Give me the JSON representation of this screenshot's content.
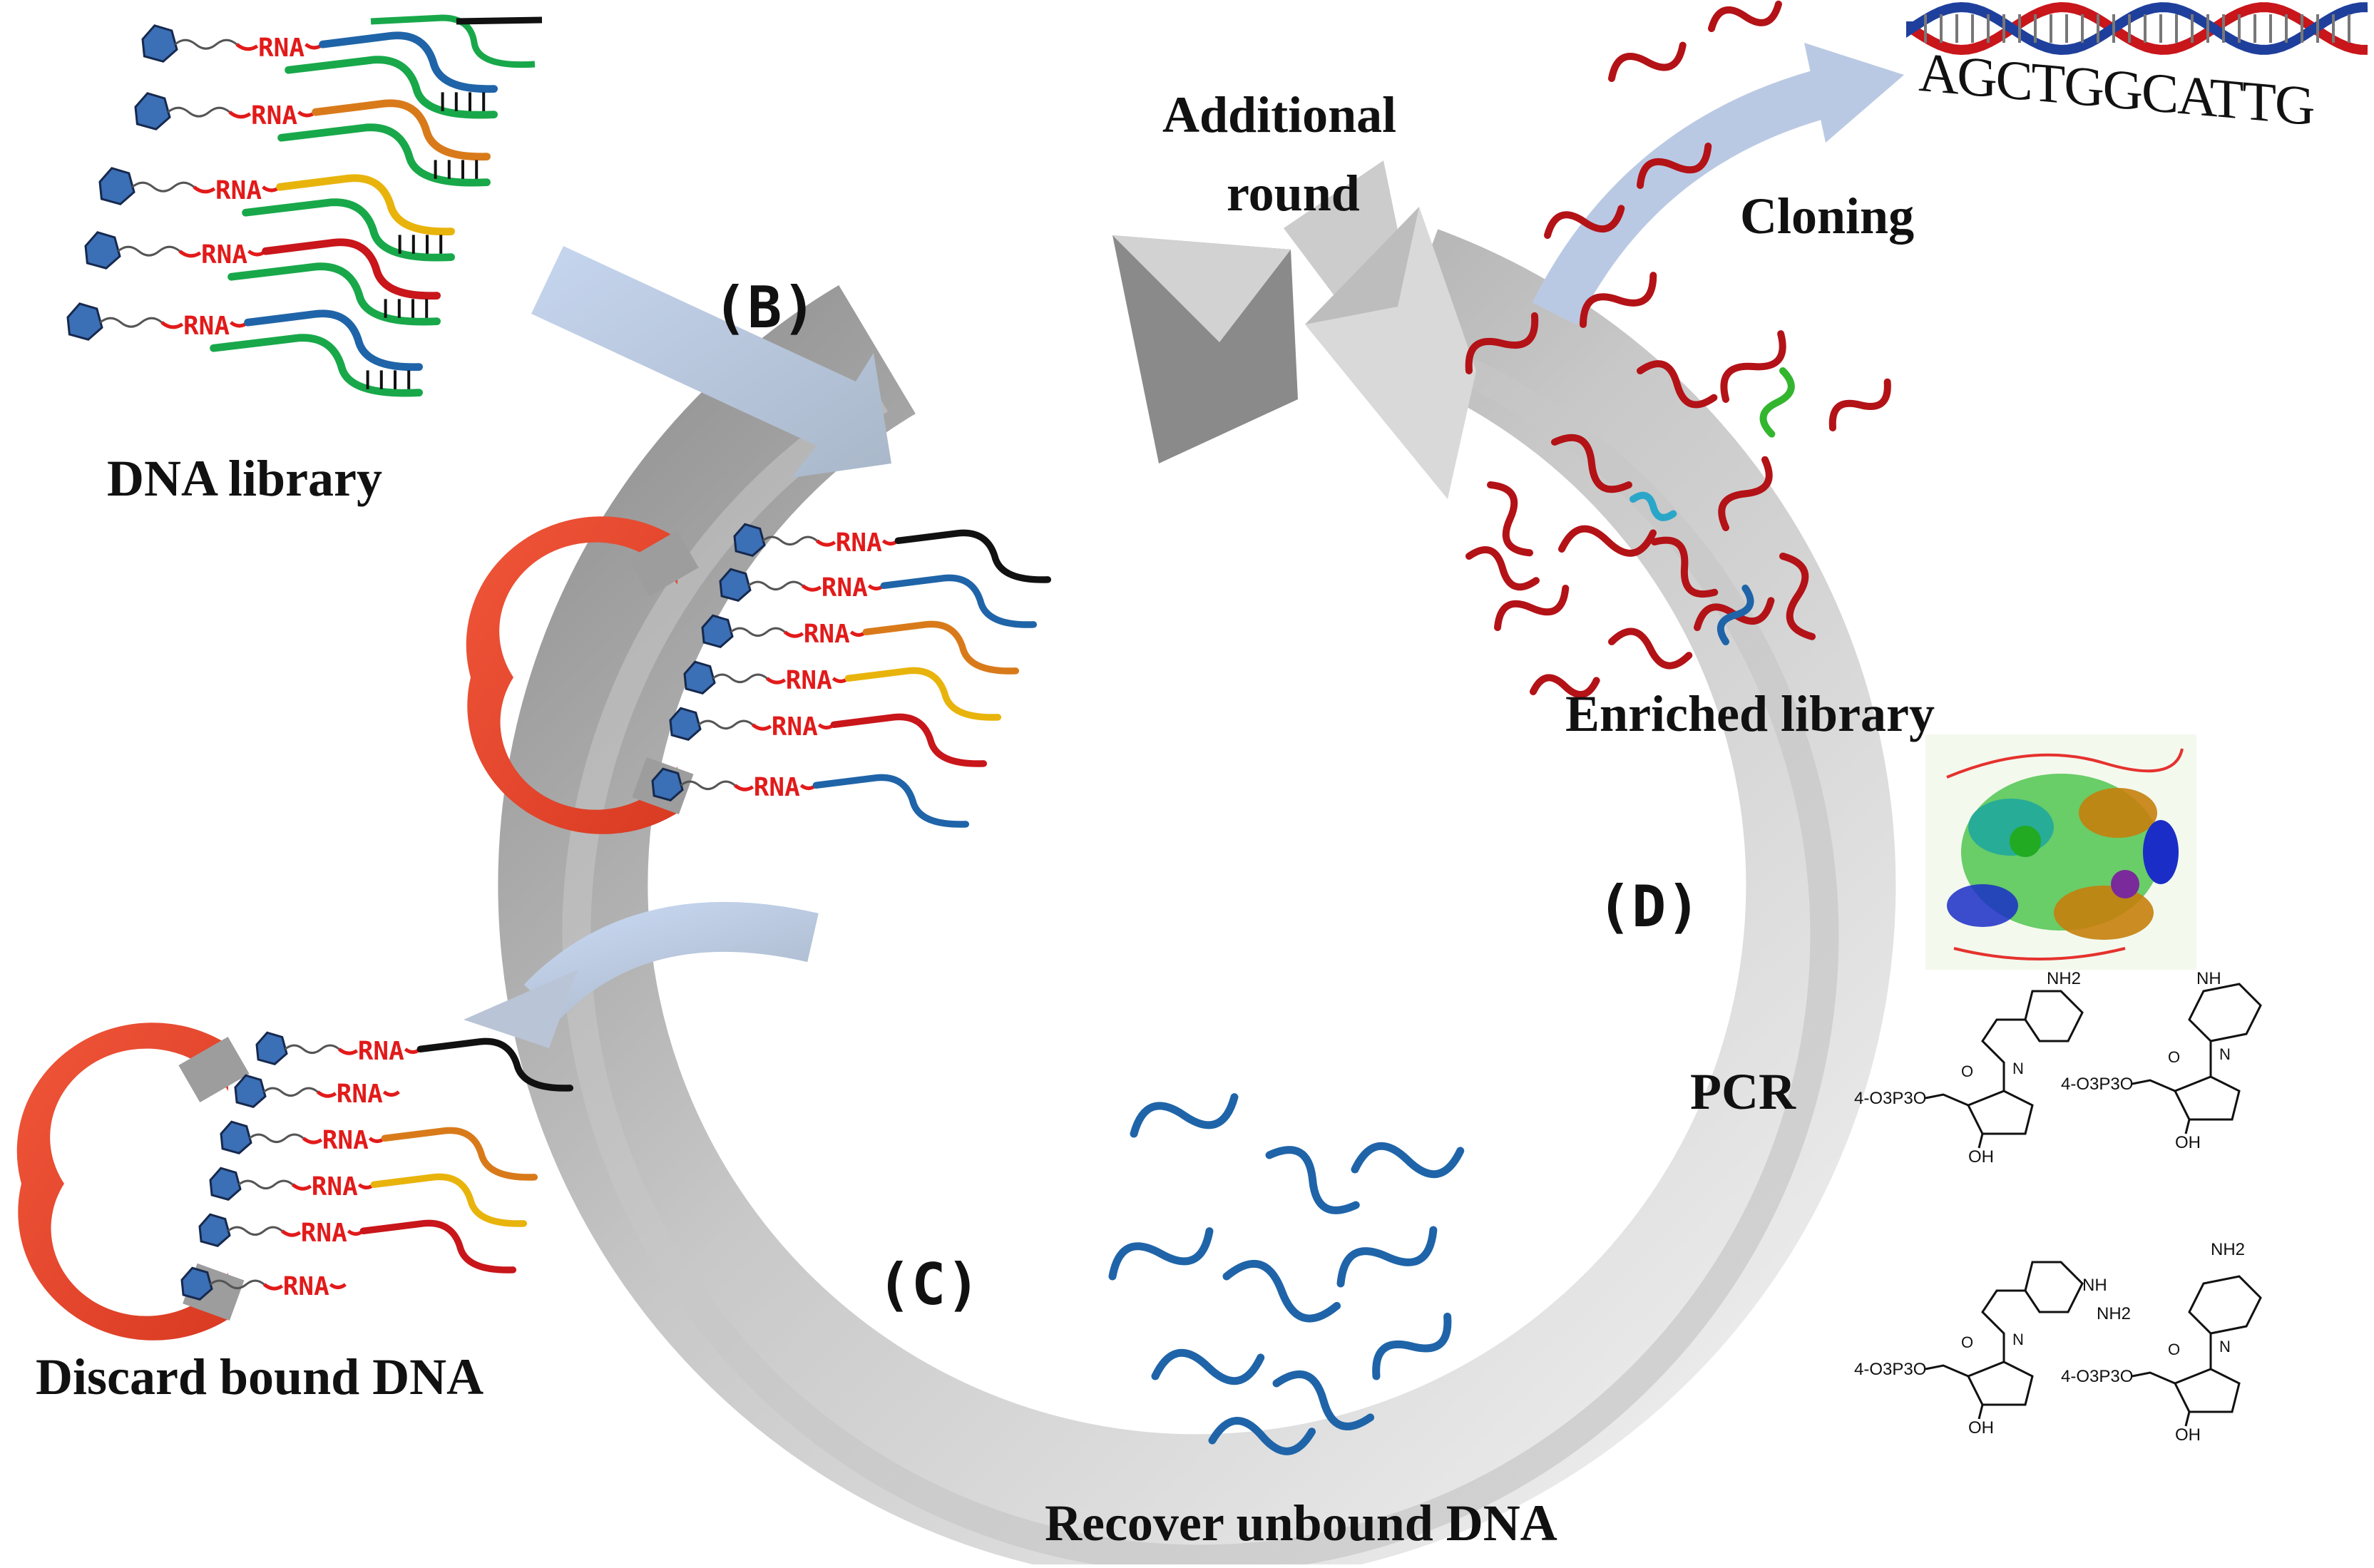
{
  "labels": {
    "dna_library": "DNA library",
    "additional_round": "Additional round",
    "additional": "Additional",
    "round": "round",
    "cloning": "Cloning",
    "enriched_library": "Enriched library",
    "pcr": "PCR",
    "discard_bound": "Discard bound DNA",
    "recover_unbound": "Recover unbound DNA",
    "sequence": "AGCTGGCATTG"
  },
  "steps": {
    "b": "(B)",
    "c": "(C)",
    "d": "(D)"
  },
  "strand_tag": "RNA",
  "chemistry": {
    "phosphate": "4-O3P3O",
    "oh": "OH",
    "nh2": "NH2",
    "nh": "NH",
    "n": "N",
    "o": "O"
  },
  "colors": {
    "rna": "#e21a1a",
    "magnet": "#e0432a",
    "bead": "#3b6fb6",
    "ring": "#a9a9a9",
    "arrow": "#b7cbe6",
    "dna_red": "#b31217",
    "dna_blue": "#1f64a8"
  },
  "strand_colors": {
    "library": [
      "black",
      "blue",
      "orange",
      "yellow",
      "red",
      "blue"
    ],
    "bound": [
      "black",
      "blue",
      "orange",
      "yellow",
      "red",
      "blue"
    ],
    "discarded": [
      "black",
      "none",
      "orange",
      "yellow",
      "red",
      "none"
    ]
  }
}
